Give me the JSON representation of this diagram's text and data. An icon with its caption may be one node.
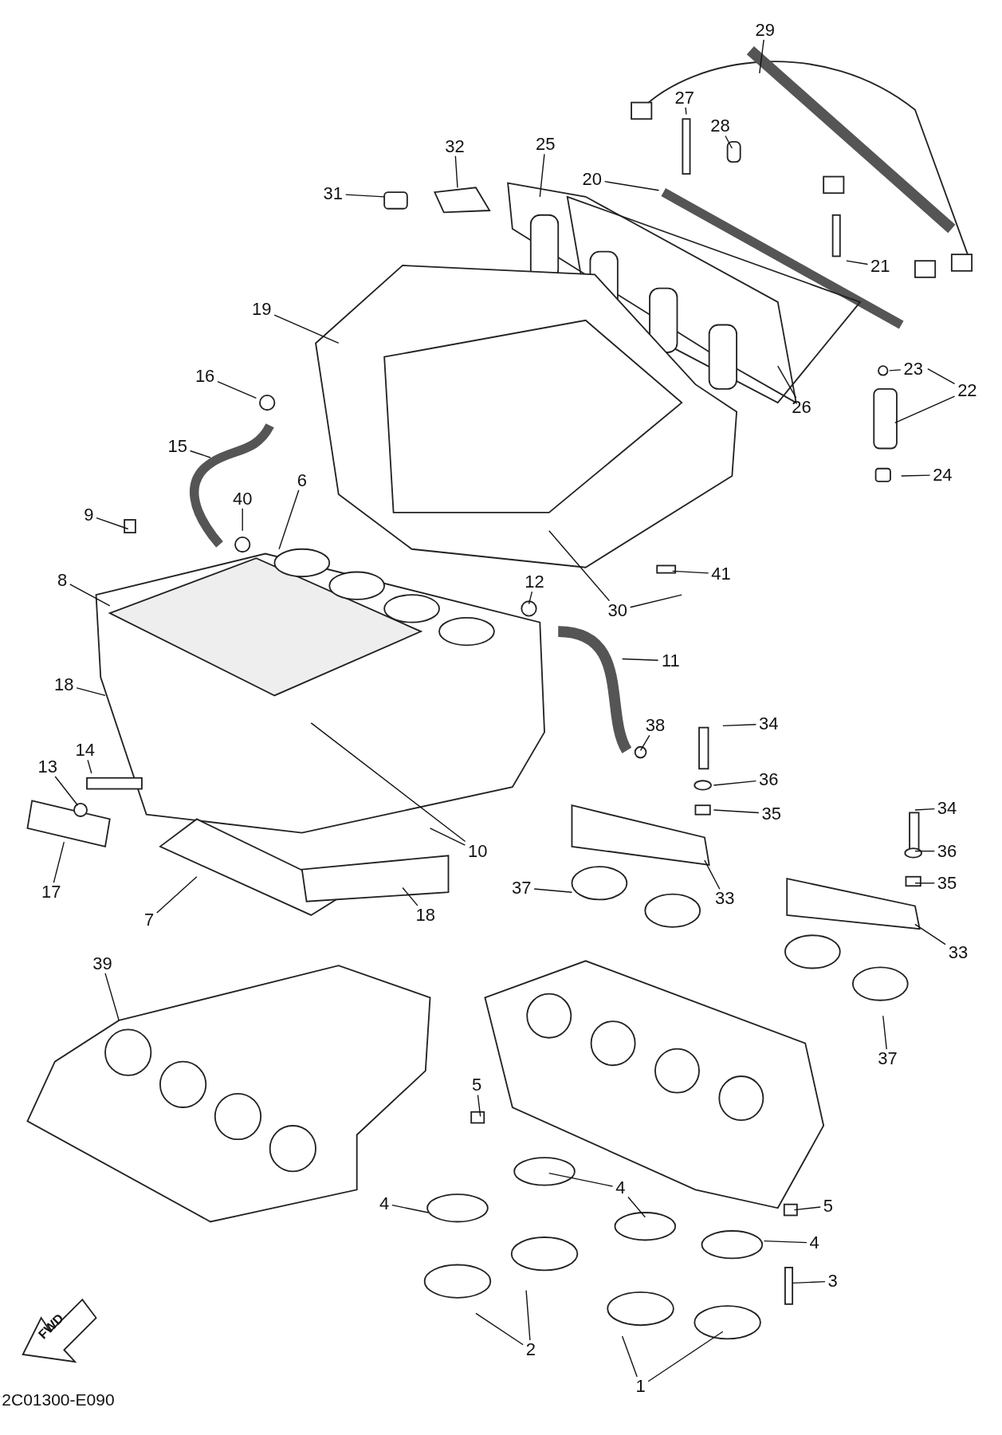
{
  "diagram": {
    "nodes": [
      {
        "text": [
          "29"
        ]
      },
      {
        "text": [
          "27"
        ]
      },
      {
        "text": [
          "28"
        ]
      },
      {
        "text": [
          "25"
        ]
      },
      {
        "text": [
          "32"
        ]
      },
      {
        "text": [
          "20"
        ]
      },
      {
        "text": [
          "31"
        ]
      },
      {
        "text": [
          "21"
        ]
      },
      {
        "text": [
          "19"
        ]
      },
      {
        "text": [
          "23"
        ]
      },
      {
        "text": [
          "16"
        ]
      },
      {
        "text": [
          "22"
        ]
      },
      {
        "text": [
          "26"
        ]
      },
      {
        "text": [
          "15"
        ]
      },
      {
        "text": [
          "24"
        ]
      },
      {
        "text": [
          "6"
        ]
      },
      {
        "text": [
          "40"
        ]
      },
      {
        "text": [
          "9"
        ]
      },
      {
        "text": [
          "41"
        ]
      },
      {
        "text": [
          "8"
        ]
      },
      {
        "text": [
          "12"
        ]
      },
      {
        "text": [
          "30"
        ]
      },
      {
        "text": [
          "11"
        ]
      },
      {
        "text": [
          "18"
        ]
      },
      {
        "text": [
          "34"
        ]
      },
      {
        "text": [
          "38"
        ]
      },
      {
        "text": [
          "14"
        ]
      },
      {
        "text": [
          "13"
        ]
      },
      {
        "text": [
          "36"
        ]
      },
      {
        "text": [
          "34"
        ]
      },
      {
        "text": [
          "35"
        ]
      },
      {
        "text": [
          "10"
        ]
      },
      {
        "text": [
          "36"
        ]
      },
      {
        "text": [
          "35"
        ]
      },
      {
        "text": [
          "37"
        ]
      },
      {
        "text": [
          "17"
        ]
      },
      {
        "text": [
          "33"
        ]
      },
      {
        "text": [
          "18"
        ]
      },
      {
        "text": [
          "7"
        ]
      },
      {
        "text": [
          "33"
        ]
      },
      {
        "text": [
          "39"
        ]
      },
      {
        "text": [
          "37"
        ]
      },
      {
        "text": [
          "5"
        ]
      },
      {
        "text": [
          "4"
        ]
      },
      {
        "text": [
          "4"
        ]
      },
      {
        "text": [
          "5"
        ]
      },
      {
        "text": [
          "4"
        ]
      },
      {
        "text": [
          "3"
        ]
      },
      {
        "text": [
          "2"
        ]
      },
      {
        "text": [
          "1"
        ]
      }
    ],
    "edges": [
      {
        "from": 0,
        "to": null,
        "arrow": "none"
      },
      {
        "from": 1,
        "to": null,
        "arrow": "none"
      },
      {
        "from": 2,
        "to": null,
        "arrow": "none"
      },
      {
        "from": 3,
        "to": null,
        "arrow": "none"
      },
      {
        "from": 4,
        "to": null,
        "arrow": "none"
      },
      {
        "from": 5,
        "to": null,
        "arrow": "none"
      },
      {
        "from": 6,
        "to": null,
        "arrow": "none"
      },
      {
        "from": 7,
        "to": null,
        "arrow": "none"
      },
      {
        "from": 8,
        "to": null,
        "arrow": "none"
      },
      {
        "from": 9,
        "to": null,
        "arrow": "none"
      },
      {
        "from": 10,
        "to": null,
        "arrow": "none"
      },
      {
        "from": 11,
        "to": 9,
        "arrow": "none"
      },
      {
        "from": 11,
        "to": null,
        "arrow": "none"
      },
      {
        "from": 12,
        "to": null,
        "arrow": "none"
      },
      {
        "from": 13,
        "to": null,
        "arrow": "none"
      },
      {
        "from": 14,
        "to": null,
        "arrow": "none"
      },
      {
        "from": 15,
        "to": null,
        "arrow": "none"
      },
      {
        "from": 16,
        "to": null,
        "arrow": "none"
      },
      {
        "from": 17,
        "to": null,
        "arrow": "none"
      },
      {
        "from": 18,
        "to": null,
        "arrow": "none"
      },
      {
        "from": 19,
        "to": null,
        "arrow": "none"
      },
      {
        "from": 20,
        "to": null,
        "arrow": "none"
      },
      {
        "from": 21,
        "to": null,
        "arrow": "none"
      },
      {
        "from": 21,
        "to": null,
        "arrow": "none"
      },
      {
        "from": 22,
        "to": null,
        "arrow": "none"
      },
      {
        "from": 23,
        "to": null,
        "arrow": "none"
      },
      {
        "from": 24,
        "to": null,
        "arrow": "none"
      },
      {
        "from": 25,
        "to": null,
        "arrow": "none"
      },
      {
        "from": 26,
        "to": null,
        "arrow": "none"
      },
      {
        "from": 27,
        "to": null,
        "arrow": "none"
      },
      {
        "from": 28,
        "to": null,
        "arrow": "none"
      },
      {
        "from": 29,
        "to": null,
        "arrow": "none"
      },
      {
        "from": 30,
        "to": null,
        "arrow": "none"
      },
      {
        "from": 31,
        "to": null,
        "arrow": "none"
      },
      {
        "from": 31,
        "to": null,
        "arrow": "none"
      },
      {
        "from": 32,
        "to": null,
        "arrow": "none"
      },
      {
        "from": 33,
        "to": null,
        "arrow": "none"
      },
      {
        "from": 34,
        "to": null,
        "arrow": "none"
      },
      {
        "from": 35,
        "to": null,
        "arrow": "none"
      },
      {
        "from": 36,
        "to": null,
        "arrow": "none"
      },
      {
        "from": 37,
        "to": null,
        "arrow": "none"
      },
      {
        "from": 38,
        "to": null,
        "arrow": "none"
      },
      {
        "from": 39,
        "to": null,
        "arrow": "none"
      },
      {
        "from": 40,
        "to": null,
        "arrow": "none"
      },
      {
        "from": 41,
        "to": null,
        "arrow": "none"
      },
      {
        "from": 42,
        "to": null,
        "arrow": "none"
      },
      {
        "from": 43,
        "to": null,
        "arrow": "none"
      },
      {
        "from": 43,
        "to": null,
        "arrow": "none"
      },
      {
        "from": 44,
        "to": null,
        "arrow": "none"
      },
      {
        "from": 45,
        "to": null,
        "arrow": "none"
      },
      {
        "from": 46,
        "to": null,
        "arrow": "none"
      },
      {
        "from": 47,
        "to": null,
        "arrow": "none"
      },
      {
        "from": 48,
        "to": null,
        "arrow": "none"
      },
      {
        "from": 48,
        "to": null,
        "arrow": "none"
      },
      {
        "from": 49,
        "to": null,
        "arrow": "none"
      },
      {
        "from": 49,
        "to": null,
        "arrow": "none"
      }
    ],
    "labels": [
      "FWD",
      "2C01300-E090"
    ]
  }
}
